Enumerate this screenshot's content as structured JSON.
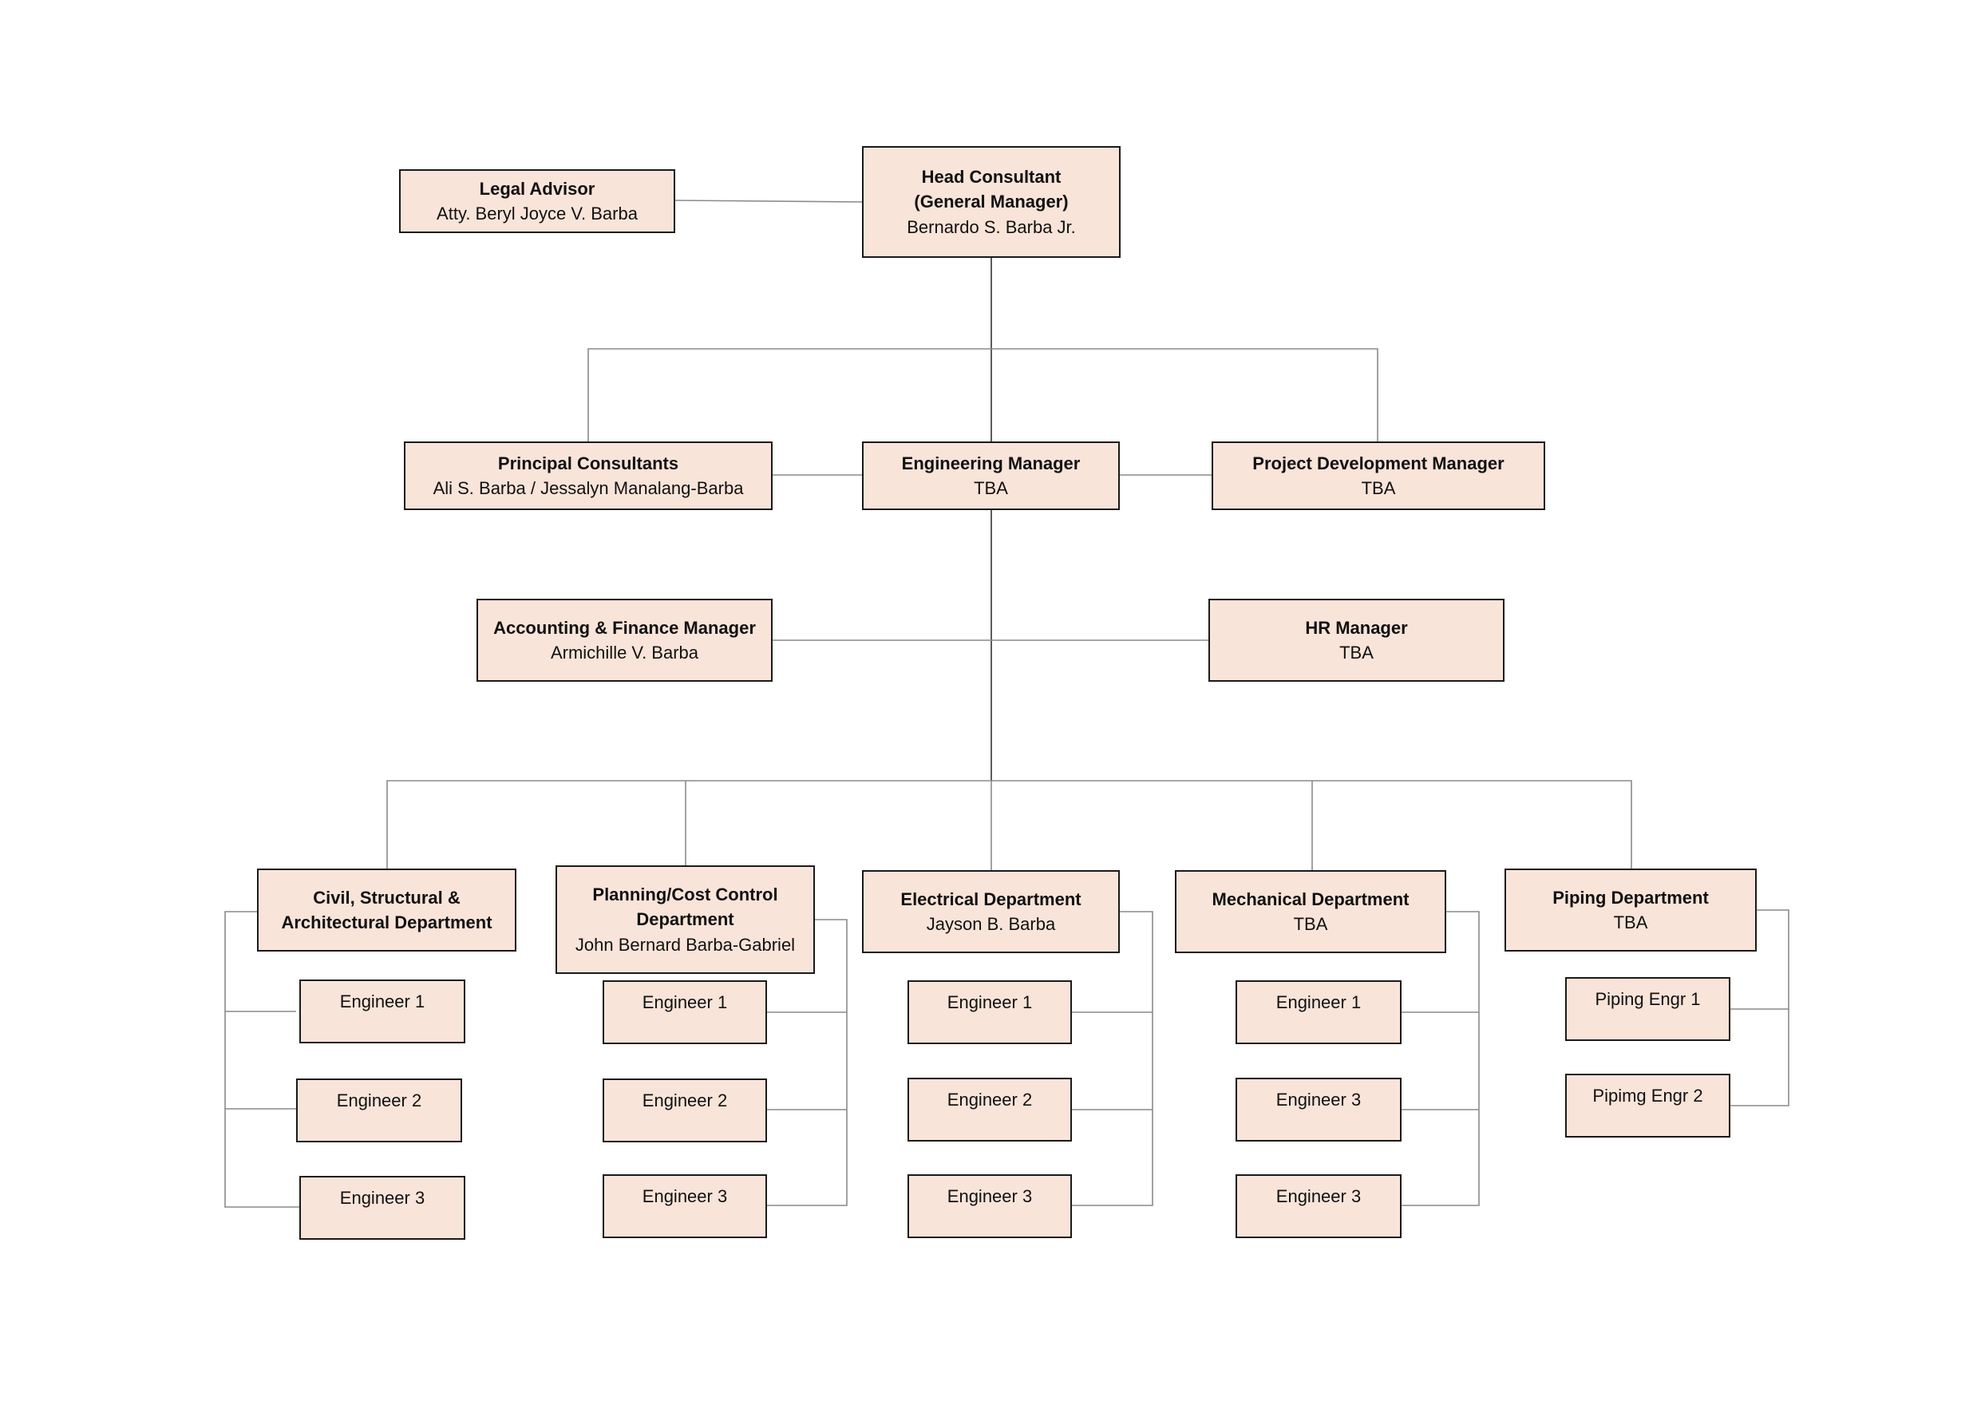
{
  "nodes": {
    "legal": {
      "title": "Legal Advisor",
      "name": "Atty. Beryl Joyce V. Barba"
    },
    "head": {
      "title": "Head Consultant\n(General Manager)",
      "name": "Bernardo S. Barba Jr."
    },
    "principal": {
      "title": "Principal Consultants",
      "name": "Ali S. Barba / Jessalyn Manalang-Barba"
    },
    "engmgr": {
      "title": "Engineering Manager",
      "name": "TBA"
    },
    "projdev": {
      "title": "Project Development Manager",
      "name": "TBA"
    },
    "accounting": {
      "title": "Accounting & Finance Manager",
      "name": "Armichille V. Barba"
    },
    "hr": {
      "title": "HR Manager",
      "name": "TBA"
    },
    "civil": {
      "title": "Civil, Structural &\nArchitectural Department",
      "name": ""
    },
    "planning": {
      "title": "Planning/Cost Control\nDepartment",
      "name": "John Bernard Barba-Gabriel"
    },
    "electrical": {
      "title": "Electrical  Department",
      "name": "Jayson B. Barba"
    },
    "mechanical": {
      "title": "Mechanical Department",
      "name": "TBA"
    },
    "piping": {
      "title": "Piping Department",
      "name": "TBA"
    }
  },
  "staff": {
    "civil": [
      "Engineer 1",
      "Engineer 2",
      "Engineer 3"
    ],
    "planning": [
      "Engineer 1",
      "Engineer 2",
      "Engineer 3"
    ],
    "electrical": [
      "Engineer 1",
      "Engineer 2",
      "Engineer 3"
    ],
    "mechanical": [
      "Engineer 1",
      "Engineer 3",
      "Engineer 3"
    ],
    "piping": [
      "Piping Engr 1",
      "Pipimg Engr 2"
    ]
  },
  "colors": {
    "box_fill": "#f9e4d9",
    "box_border": "#1a1a1a",
    "connector": "#8a8a8a",
    "trunk": "#333333"
  }
}
